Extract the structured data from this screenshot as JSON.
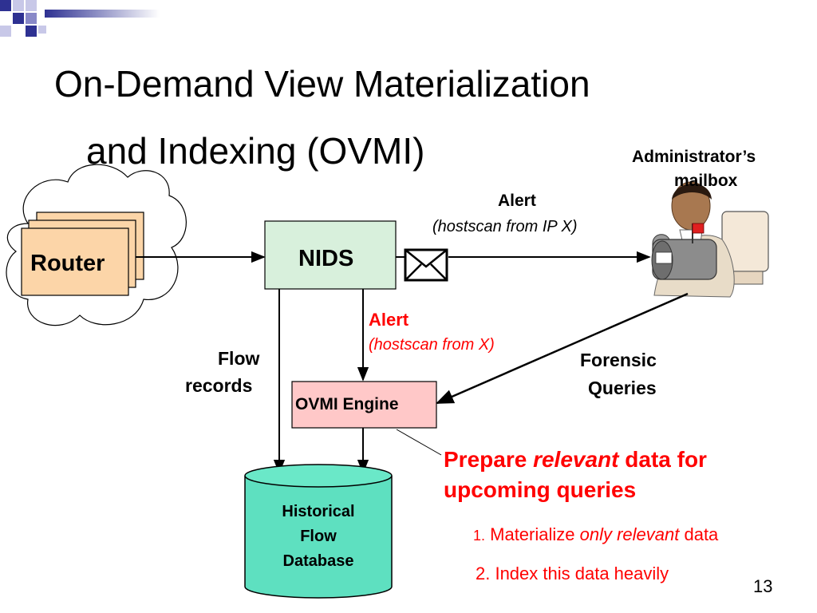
{
  "slide": {
    "title_line1": "On-Demand View Materialization",
    "title_line2": "and Indexing (OVMI)",
    "page_number": "13"
  },
  "diagram": {
    "router_label": "Router",
    "nids_label": "NIDS",
    "admin_label_line1": "Administrator’s",
    "admin_label_line2": "mailbox",
    "alert_top_title": "Alert",
    "alert_top_detail": "(hostscan from IP X)",
    "alert_mid_title": "Alert",
    "alert_mid_detail": "(hostscan from X)",
    "flow_records_line1": "Flow",
    "flow_records_line2": "records",
    "forensic_line1": "Forensic",
    "forensic_line2": "Queries",
    "engine_label": "OVMI Engine",
    "db_line1": "Historical",
    "db_line2": "Flow",
    "db_line3": "Database"
  },
  "callout": {
    "prepare_a": "Prepare ",
    "prepare_em": "relevant",
    "prepare_b": " data for",
    "prepare_line2": "upcoming queries",
    "step1_num": "1.",
    "step1_a": " Materialize ",
    "step1_em": "only relevant",
    "step1_b": " data",
    "step2": "2. Index this data heavily"
  },
  "colors": {
    "router_fill": "#fcd5a8",
    "nids_fill": "#d8f0dc",
    "engine_fill": "#ffc8c8",
    "db_fill": "#5ee0c0",
    "accent_blue": "#2e3192",
    "alert_red": "#ff0000"
  }
}
